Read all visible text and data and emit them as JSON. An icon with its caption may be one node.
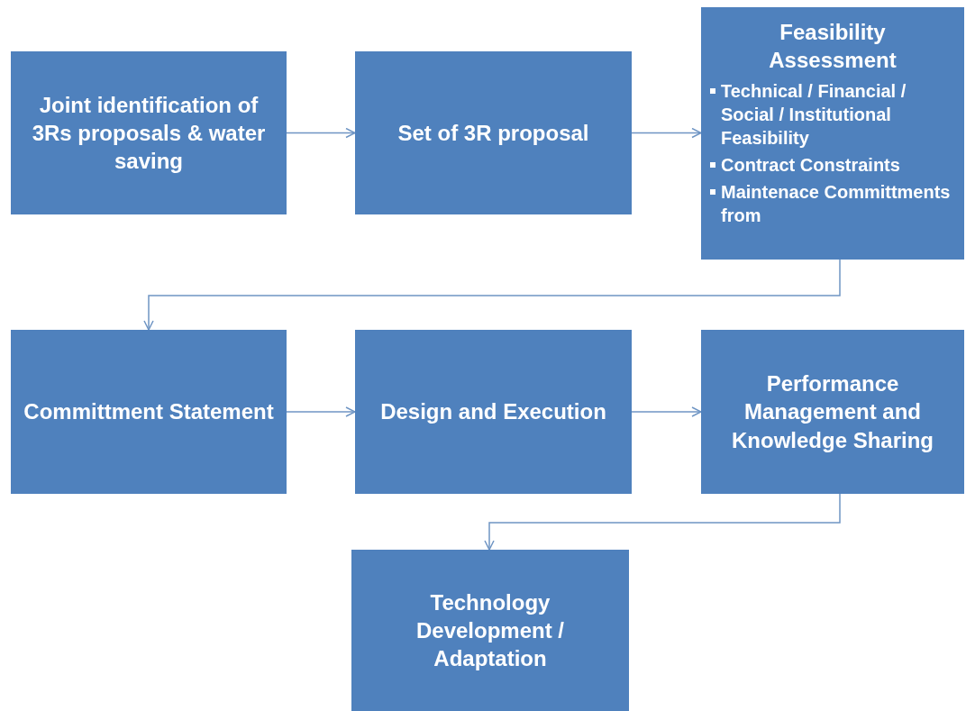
{
  "diagram": {
    "nodes": [
      {
        "text": [
          "Joint identification of 3Rs proposals & water saving"
        ]
      },
      {
        "text": [
          "Set of 3R proposal"
        ]
      },
      {
        "text": [
          "Feasibility Assessment",
          "Technical / Financial / Social / Institutional Feasibility",
          "Contract Constraints",
          "Maintenace Committments from"
        ]
      },
      {
        "text": [
          "Committment Statement"
        ]
      },
      {
        "text": [
          "Design and Execution"
        ]
      },
      {
        "text": [
          "Performance Management and Knowledge Sharing"
        ]
      },
      {
        "text": [
          "Technology Development / Adaptation"
        ]
      }
    ],
    "edges": [
      {
        "from": 0,
        "to": 1,
        "arrow": "to"
      },
      {
        "from": 1,
        "to": 2,
        "arrow": "to"
      },
      {
        "from": 2,
        "to": 3,
        "arrow": "to"
      },
      {
        "from": 3,
        "to": 4,
        "arrow": "to"
      },
      {
        "from": 4,
        "to": 5,
        "arrow": "to"
      },
      {
        "from": 5,
        "to": 6,
        "arrow": "to"
      }
    ]
  }
}
